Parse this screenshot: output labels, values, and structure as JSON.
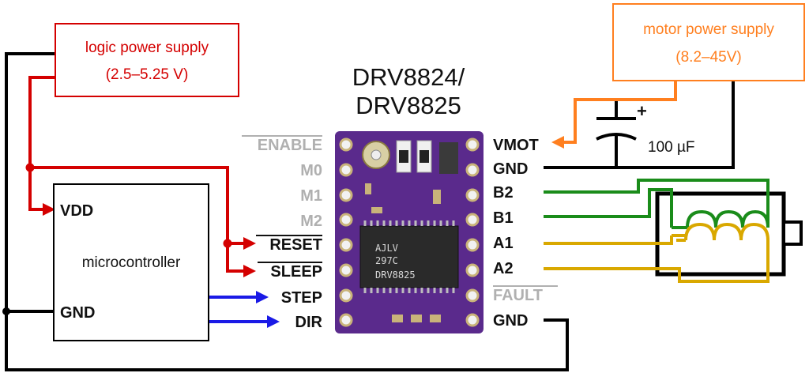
{
  "title": {
    "line1": "DRV8824/",
    "line2": "DRV8825"
  },
  "logic_supply": {
    "line1": "logic power supply",
    "line2": "(2.5–5.25 V)"
  },
  "motor_supply": {
    "line1": "motor power supply",
    "line2": "(8.2–45V)"
  },
  "capacitor": {
    "plus": "+",
    "value": "100 µF"
  },
  "microcontroller": {
    "label": "microcontroller",
    "vdd": "VDD",
    "gnd": "GND"
  },
  "left_pins": [
    "ENABLE",
    "M0",
    "M1",
    "M2",
    "RESET",
    "SLEEP",
    "STEP",
    "DIR"
  ],
  "right_pins": [
    "VMOT",
    "GND",
    "B2",
    "B1",
    "A1",
    "A2",
    "FAULT",
    "GND"
  ],
  "chip_markings": {
    "line1": "AJLV",
    "line2": "297C",
    "line3": "DRV8825"
  },
  "colors": {
    "logic_wire": "#d40000",
    "motor_wire": "#ff7f1f",
    "signal_wire": "#1a1ae6",
    "coil_b": "#1a8c1a",
    "coil_a": "#d9a800",
    "board": "#5a2a8c",
    "ground_wire": "#000000"
  }
}
